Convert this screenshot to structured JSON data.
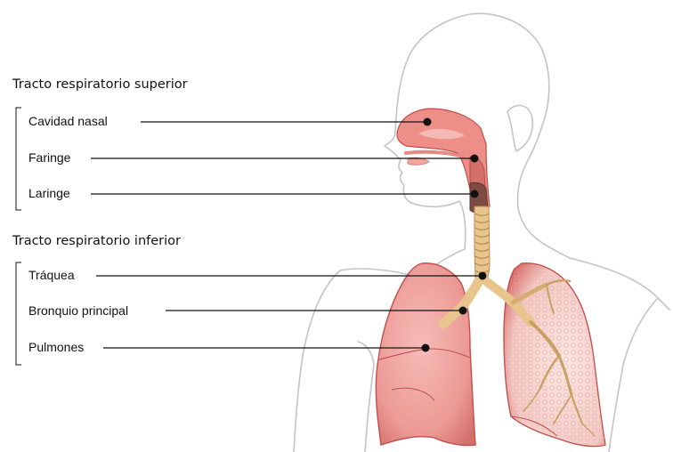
{
  "sections": {
    "upper": {
      "title": "Tracto respiratorio superior",
      "labels": {
        "nasal": "Cavidad nasal",
        "pharynx": "Faringe",
        "larynx": "Laringe"
      }
    },
    "lower": {
      "title": "Tracto respiratorio inferior",
      "labels": {
        "trachea": "Tráquea",
        "bronchus": "Bronquio principal",
        "lungs": "Pulmones"
      }
    }
  },
  "colors": {
    "outline": "#c4c4c4",
    "lung_fill": "#ee9a96",
    "lung_stroke": "#c2504e",
    "airway": "#e8c58d",
    "bronchial_tree": "#c8a064",
    "leader_line": "#111111",
    "point": "#111111"
  }
}
